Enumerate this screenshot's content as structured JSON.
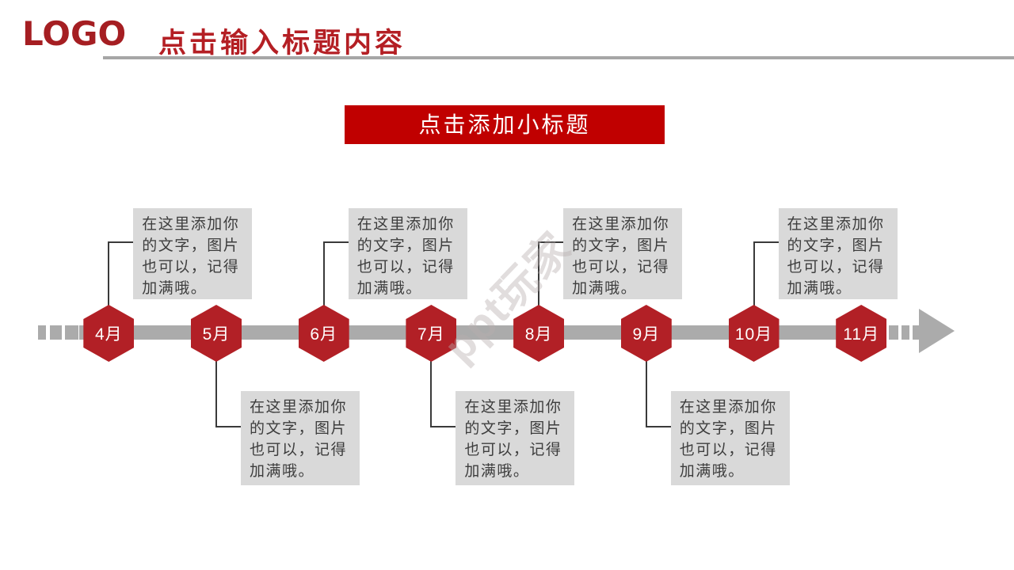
{
  "header": {
    "logo": "LOGO",
    "title": "点击输入标题内容"
  },
  "banner": {
    "label": "点击添加小标题"
  },
  "watermark": {
    "text": "ppt玩家"
  },
  "timeline": {
    "items": [
      {
        "month": "4月",
        "note": "在这里添加你的文字，图片也可以，记得加满哦。",
        "note_side": "top"
      },
      {
        "month": "5月",
        "note": "在这里添加你的文字，图片也可以，记得加满哦。",
        "note_side": "bottom"
      },
      {
        "month": "6月",
        "note": "在这里添加你的文字，图片也可以，记得加满哦。",
        "note_side": "top"
      },
      {
        "month": "7月",
        "note": "在这里添加你的文字，图片也可以，记得加满哦。",
        "note_side": "bottom"
      },
      {
        "month": "8月",
        "note": "在这里添加你的文字，图片也可以，记得加满哦。",
        "note_side": "top"
      },
      {
        "month": "9月",
        "note": "在这里添加你的文字，图片也可以，记得加满哦。",
        "note_side": "bottom"
      },
      {
        "month": "10月",
        "note": "在这里添加你的文字，图片也可以，记得加满哦。",
        "note_side": "top"
      },
      {
        "month": "11月",
        "note": "",
        "note_side": "none"
      }
    ]
  },
  "colors": {
    "logo_red": "#a51e22",
    "title_red": "#b41f24",
    "banner_red": "#c00000",
    "hexagon_red": "#b22026",
    "timeline_gray": "#ababab",
    "divider_gray": "#a6a6a6",
    "note_background": "#d9d9d9",
    "note_text": "#3d3d3d",
    "connector": "#3a3a3a"
  }
}
